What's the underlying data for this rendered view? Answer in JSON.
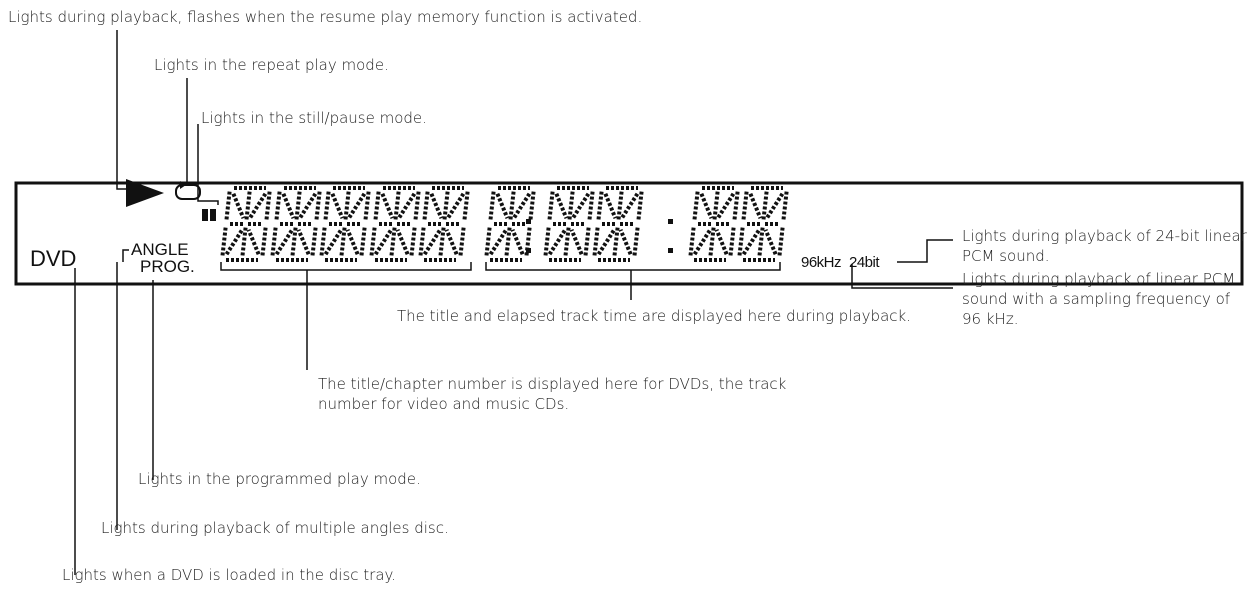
{
  "panel": {
    "dvd": "DVD",
    "angle": "ANGLE",
    "prog": "PROG.",
    "khz": "96kHz",
    "bit": "24bit",
    "colon": "·"
  },
  "icons": {
    "play": "play-icon",
    "repeat": "repeat-icon",
    "pause": "pause-icon"
  },
  "callouts": {
    "play": "Lights during playback, flashes when the resume play memory function is activated.",
    "repeat": "Lights in the repeat play mode.",
    "pause": "Lights in the still/pause mode.",
    "bit24": "Lights during playback of 24-bit linear PCM sound.",
    "khz96": "Lights during playback of linear PCM sound with a sampling frequency of 96 kHz.",
    "time": "The title and elapsed track time are displayed here during playback.",
    "track": "The title/chapter number is displayed here for DVDs, the track number for video and music CDs.",
    "prog": "Lights in the programmed play mode.",
    "angle": "Lights during playback of multiple angles disc.",
    "dvd": "Lights when a DVD is loaded in the disc tray."
  },
  "colors": {
    "ink": "#111111",
    "background": "#ffffff"
  }
}
